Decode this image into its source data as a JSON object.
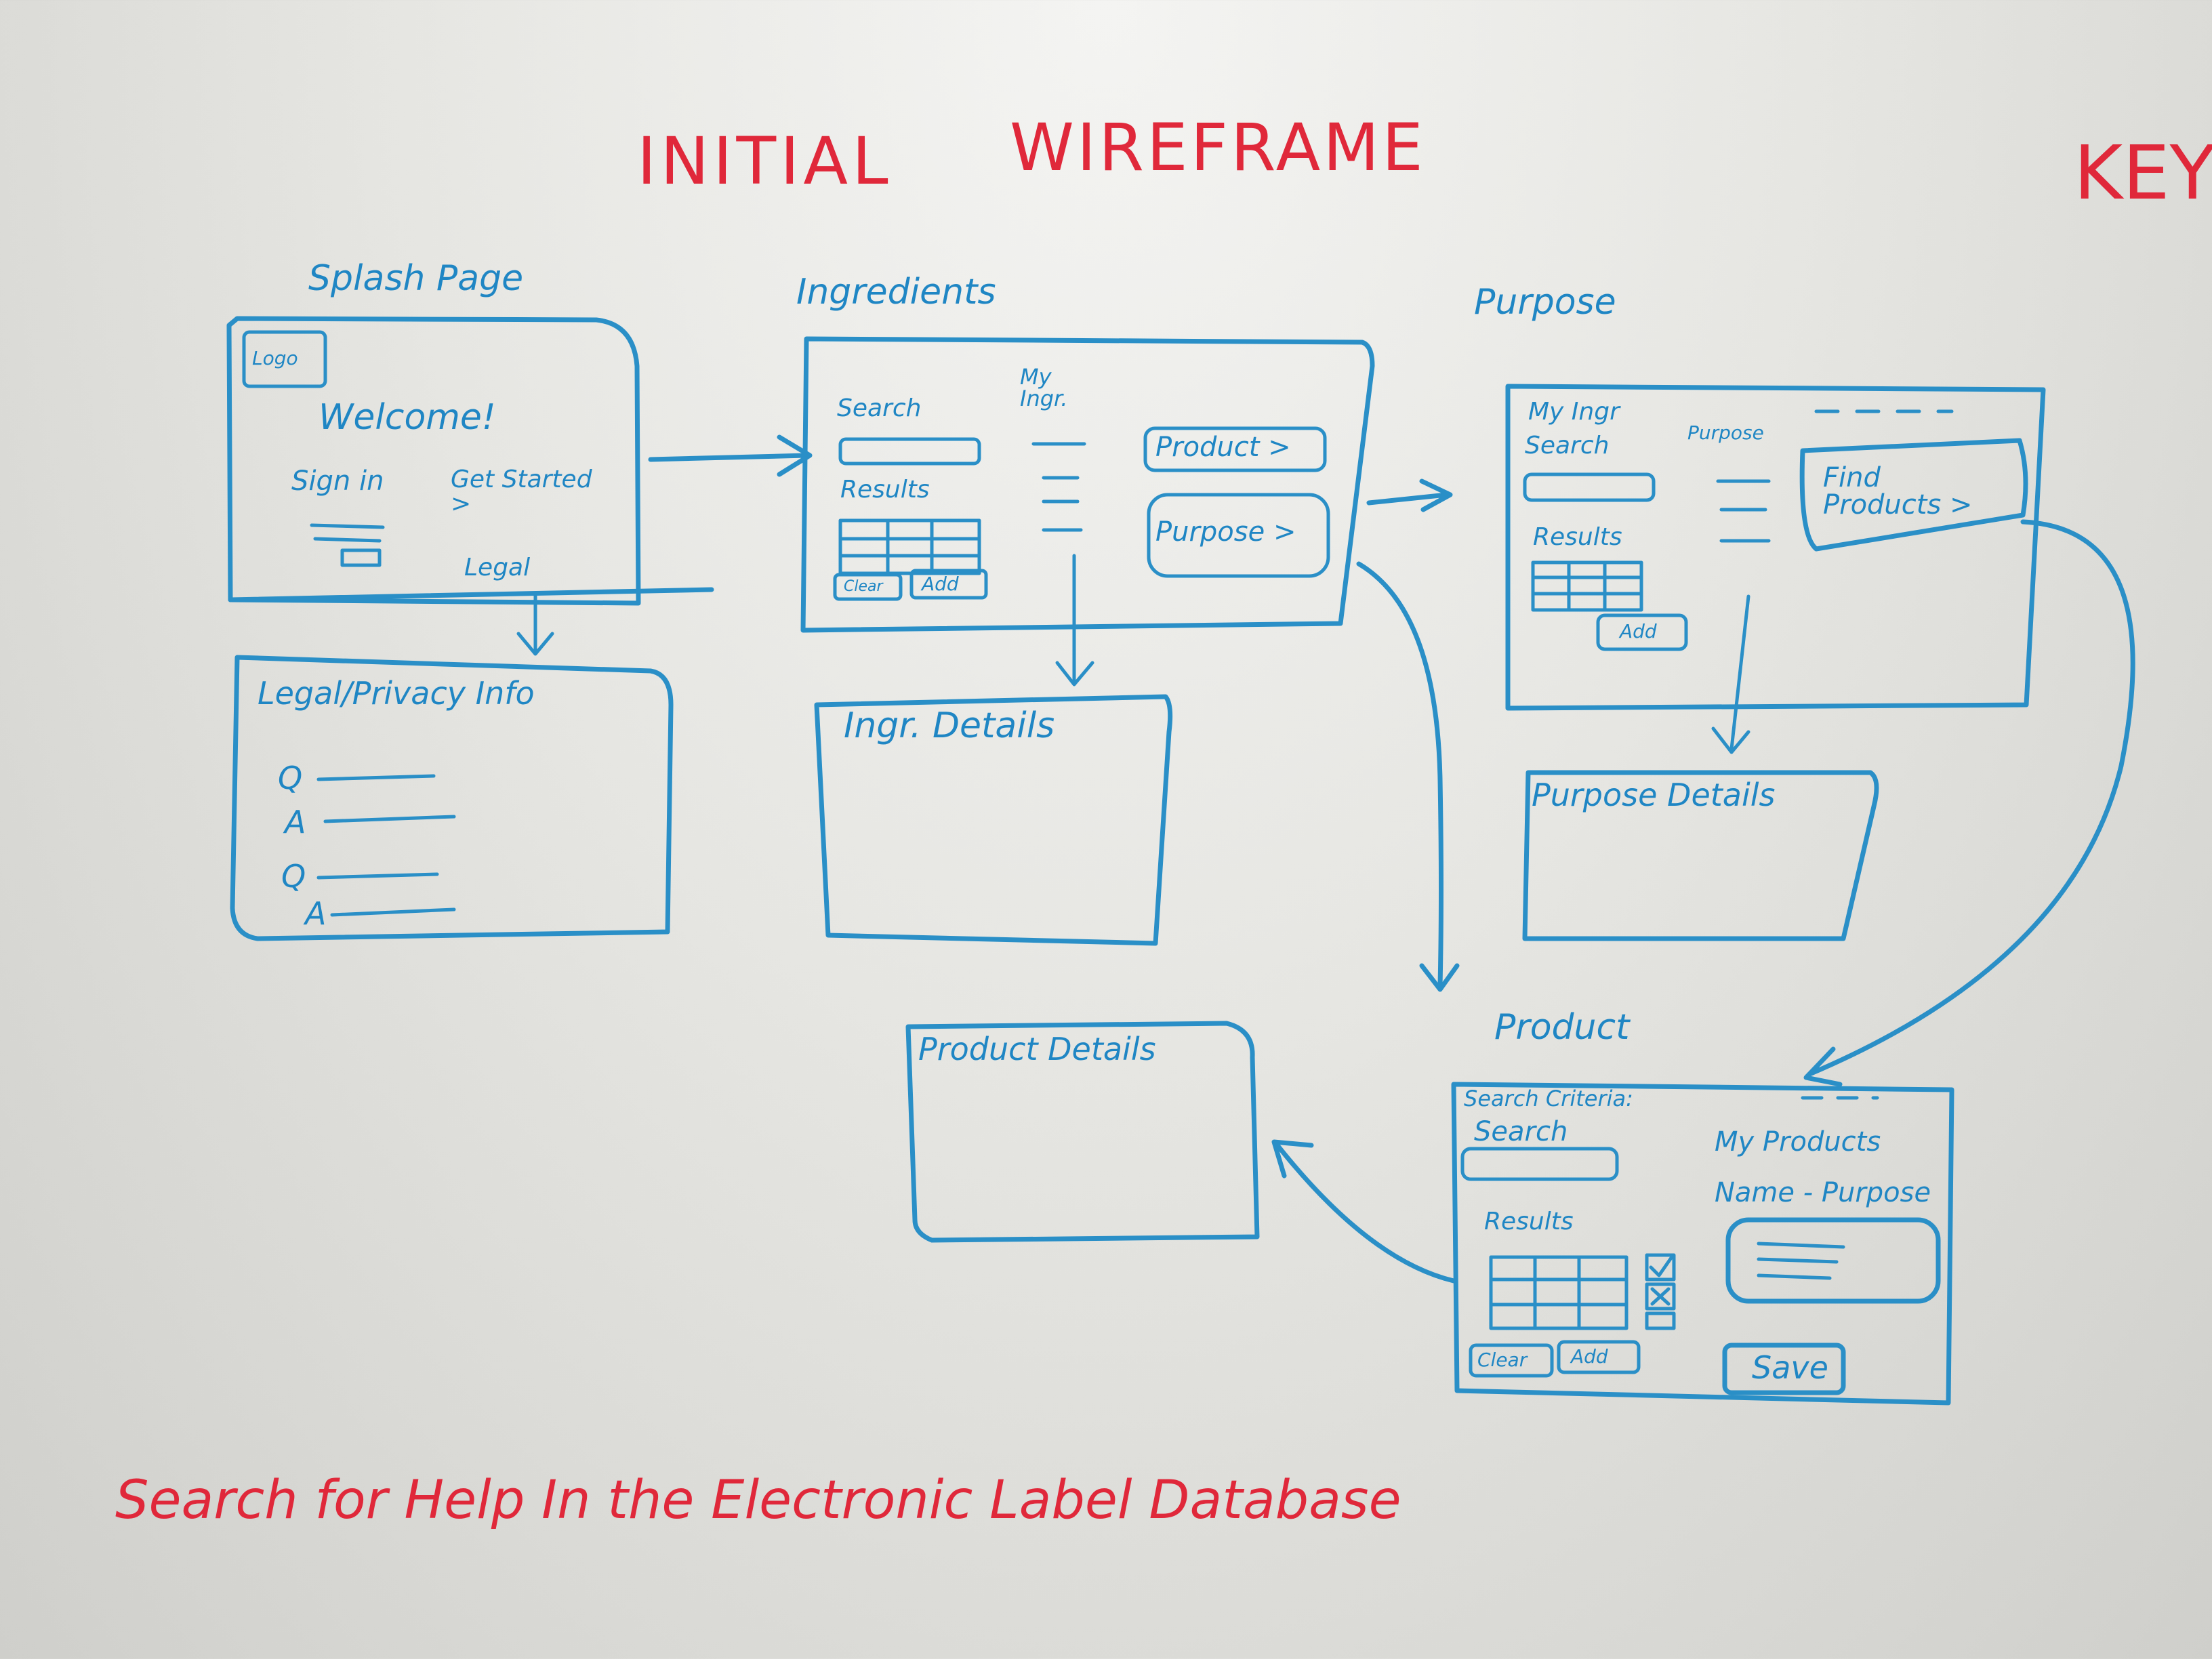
{
  "title": {
    "word1": "INITIAL",
    "word2": "WIREFRAME"
  },
  "key_label": "KEY",
  "footer_text": "Search for Help In the Electronic Label Database",
  "colors": {
    "marker_blue": "#2a8fc7",
    "marker_red": "#e0283a",
    "board": "#e6e6e2"
  },
  "screens": {
    "splash": {
      "heading": "Splash Page",
      "logo": "Logo",
      "welcome": "Welcome!",
      "sign_in": "Sign in",
      "get_started": "Get Started >",
      "legal": "Legal"
    },
    "legal": {
      "title": "Legal/Privacy Info",
      "lines": [
        "Q",
        "A",
        "Q",
        "A"
      ]
    },
    "ingredients": {
      "heading": "Ingredients",
      "search_label": "Search",
      "results_label": "Results",
      "my_ingr": "My Ingr.",
      "clear_button": "Clear",
      "add_button": "Add",
      "product_button": "Product >",
      "purpose_button": "Purpose >"
    },
    "ingr_details": {
      "title": "Ingr. Details"
    },
    "purpose": {
      "heading": "Purpose",
      "my_ingr": "My Ingr",
      "search_label": "Search",
      "purpose_label": "Purpose",
      "results_label": "Results",
      "add_button": "Add",
      "find_products": "Find Products >"
    },
    "purpose_details": {
      "title": "Purpose Details"
    },
    "product": {
      "heading": "Product",
      "criteria": "Search Criteria:",
      "search_label": "Search",
      "results_label": "Results",
      "my_products": "My Products",
      "name_purpose": "Name - Purpose",
      "clear_button": "Clear",
      "add_button": "Add",
      "save_button": "Save"
    },
    "product_details": {
      "title": "Product Details"
    }
  }
}
